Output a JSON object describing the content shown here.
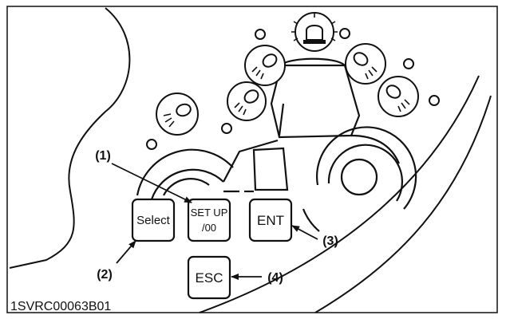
{
  "keys": {
    "select": "Select",
    "setup_line1": "SET UP",
    "setup_line2": "/00",
    "ent": "ENT",
    "esc": "ESC"
  },
  "callouts": {
    "c1": "(1)",
    "c2": "(2)",
    "c3": "(3)",
    "c4": "(4)"
  },
  "figure_code": "1SVRC00063B01",
  "icons": [
    "beacon-light-icon",
    "work-light-icon"
  ]
}
